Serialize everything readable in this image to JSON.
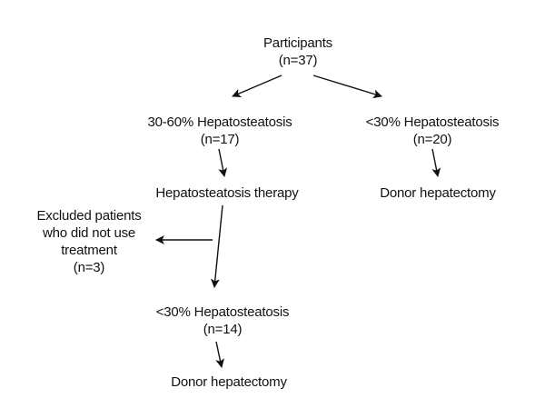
{
  "participants": {
    "label": "Participants",
    "count": "(n=37)"
  },
  "group_30_60": {
    "label": "30-60% Hepatosteatosis",
    "count": "(n=17)"
  },
  "group_lt30": {
    "label": "<30% Hepatosteatosis",
    "count": "(n=20)"
  },
  "therapy": {
    "label": "Hepatosteatosis therapy"
  },
  "donor_right": {
    "label": "Donor hepatectomy"
  },
  "excluded": {
    "line1": "Excluded patients",
    "line2": "who did not use",
    "line3": "treatment",
    "count": "(n=3)"
  },
  "after_therapy": {
    "label": "<30% Hepatosteatosis",
    "count": "(n=14)"
  },
  "donor_left": {
    "label": "Donor hepatectomy"
  },
  "colors": {
    "text": "#111111",
    "line": "#111111",
    "background": "#ffffff"
  }
}
